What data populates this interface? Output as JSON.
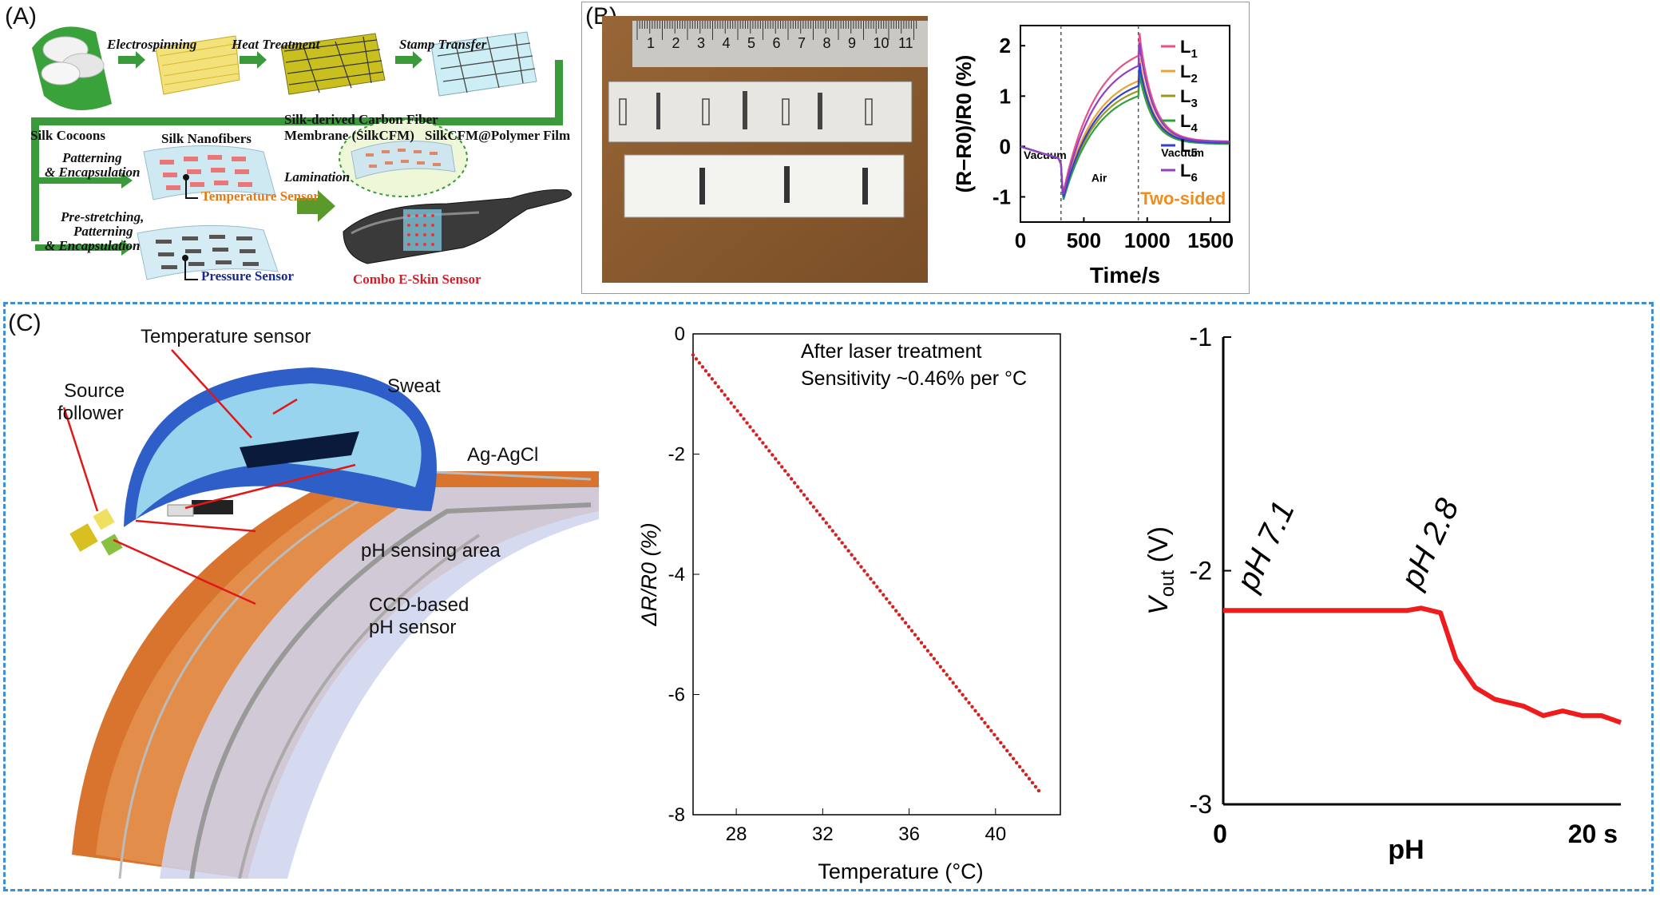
{
  "panel_a": {
    "letter": "(A)",
    "silk_cocoons": "Silk Cocoons",
    "step_electrospinning": "Electrospinning",
    "silk_nanofibers": "Silk Nanofibers",
    "step_heat": "Heat Treatment",
    "silkcfm_line1": "Silk-derived Carbon Fiber",
    "silkcfm_line2": "Membrane (SilkCFM)",
    "step_stamp": "Stamp Transfer",
    "silkcfm_film": "SilkCFM@Polymer Film",
    "step_pattern_1": "Patterning",
    "step_pattern_2": "& Encapsulation",
    "temp_sensor": "Temperature Sensor",
    "step_lamination": "Lamination",
    "step_prestretch_1": "Pre-stretching,",
    "step_prestretch_2": "Patterning",
    "step_prestretch_3": "& Encapsulation",
    "pressure_sensor": "Pressure Sensor",
    "combo": "Combo E-Skin Sensor",
    "colors": {
      "arrow": "#3a9a3a",
      "temp": "#e07a1a",
      "pressure": "#1a2a8a",
      "combo": "#d0202a"
    }
  },
  "panel_b": {
    "letter": "(B)",
    "ruler_numbers": [
      "1",
      "2",
      "3",
      "4",
      "5",
      "6",
      "7",
      "8",
      "9",
      "10",
      "11"
    ],
    "labels": {
      "vacuum_left": "Vacuum",
      "air": "Air",
      "vacuum_right": "Vacuum",
      "two_sided": "Two-sided",
      "ylabel": "(R−R0)/R0 (%)",
      "xlabel": "Time/s"
    },
    "chart_data": {
      "type": "line",
      "xlabel": "Time/s",
      "ylabel": "(R−R0)/R0 (%)",
      "xlim": [
        0,
        1650
      ],
      "ylim": [
        -1.5,
        2.4
      ],
      "xticks": [
        "0",
        "500",
        "1000",
        "1500"
      ],
      "yticks": [
        "-1",
        "0",
        "1",
        "2"
      ],
      "legend": "top-right",
      "regions": [
        "Vacuum",
        "Air",
        "Vacuum"
      ],
      "switch_times": [
        320,
        930
      ],
      "series": [
        {
          "name": "L1",
          "color": "#e8508a",
          "drop": -0.95,
          "peak": 1.8,
          "end": 0.1
        },
        {
          "name": "L2",
          "color": "#f0a030",
          "drop": -1.0,
          "peak": 1.3,
          "end": 0.08
        },
        {
          "name": "L3",
          "color": "#9a9a20",
          "drop": -1.05,
          "peak": 1.1,
          "end": 0.06
        },
        {
          "name": "L4",
          "color": "#30a040",
          "drop": -1.1,
          "peak": 1.0,
          "end": 0.05
        },
        {
          "name": "L5",
          "color": "#3040d0",
          "drop": -1.05,
          "peak": 1.2,
          "end": 0.07
        },
        {
          "name": "L6",
          "color": "#9040c0",
          "drop": -1.0,
          "peak": 1.6,
          "end": 0.09
        }
      ]
    }
  },
  "panel_c": {
    "letter": "(C)",
    "ann_temp_sensor": "Temperature sensor",
    "ann_sweat": "Sweat",
    "ann_source_1": "Source",
    "ann_source_2": "follower",
    "ann_agagcl": "Ag-AgCl",
    "ann_ph_area": "pH sensing area",
    "ann_ccd_1": "CCD-based",
    "ann_ccd_2": "pH sensor",
    "chart1": {
      "annotation_1": "After laser treatment",
      "annotation_2": "Sensitivity ~0.46% per °C",
      "xlabel": "Temperature (°C)",
      "ylabel": "ΔR/R0 (%)",
      "chart_data": {
        "type": "scatter",
        "xlabel": "Temperature (°C)",
        "ylabel": "ΔR/R0 (%)",
        "xlim": [
          26,
          43
        ],
        "ylim": [
          -8,
          0
        ],
        "xticks": [
          "28",
          "32",
          "36",
          "40"
        ],
        "yticks": [
          "0",
          "-2",
          "-4",
          "-6",
          "-8"
        ],
        "line_start": [
          26,
          -0.35
        ],
        "line_end": [
          42,
          -7.6
        ],
        "n_points": 110,
        "color": "#d81e1e"
      }
    },
    "chart2": {
      "xlabel": "pH",
      "ylabel": "Vout (V)",
      "label_ph71": "pH 7.1",
      "label_ph28": "pH 2.8",
      "chart_data": {
        "type": "line",
        "xlabel": "pH",
        "ylabel": "Vout (V)",
        "xlim": [
          0,
          20.5
        ],
        "ylim": [
          -3,
          -1
        ],
        "xticks": [
          "0",
          "20 s"
        ],
        "yticks": [
          "-1",
          "-2",
          "-3"
        ],
        "x": [
          0,
          9.5,
          10.2,
          11.2,
          12,
          13,
          14,
          15.5,
          16.5,
          17.5,
          18.5,
          19.5,
          20.5
        ],
        "y": [
          -2.17,
          -2.17,
          -2.16,
          -2.18,
          -2.38,
          -2.5,
          -2.55,
          -2.58,
          -2.62,
          -2.6,
          -2.62,
          -2.62,
          -2.65
        ],
        "color": "#ee1c1c"
      }
    }
  }
}
